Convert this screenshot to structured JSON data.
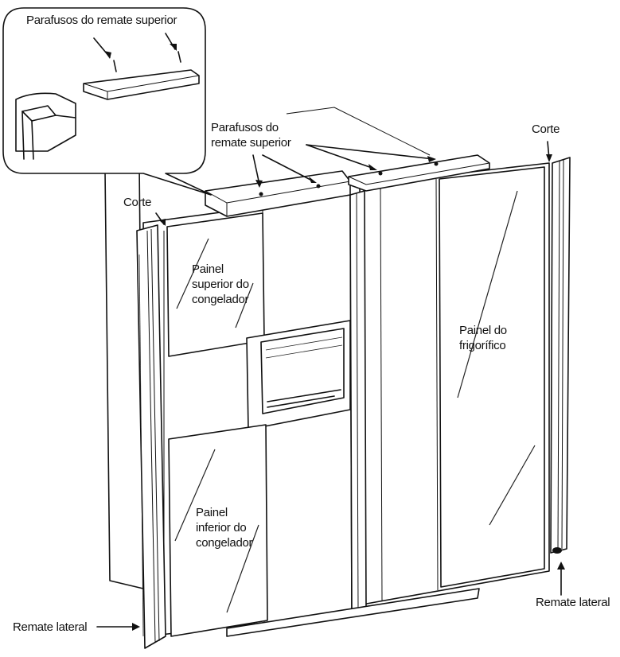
{
  "labels": {
    "callout_top_trim_screws": "Parafusos do remate superior",
    "top_trim_screws_line1": "Parafusos do",
    "top_trim_screws_line2": "remate superior",
    "cut_left": "Corte",
    "cut_right": "Corte",
    "freezer_upper_line1": "Painel",
    "freezer_upper_line2": "superior do",
    "freezer_upper_line3": "congelador",
    "fridge_line1": "Painel do",
    "fridge_line2": "frigorífico",
    "freezer_lower_line1": "Painel",
    "freezer_lower_line2": "inferior do",
    "freezer_lower_line3": "congelador",
    "side_trim_left": "Remate lateral",
    "side_trim_right": "Remate lateral"
  }
}
